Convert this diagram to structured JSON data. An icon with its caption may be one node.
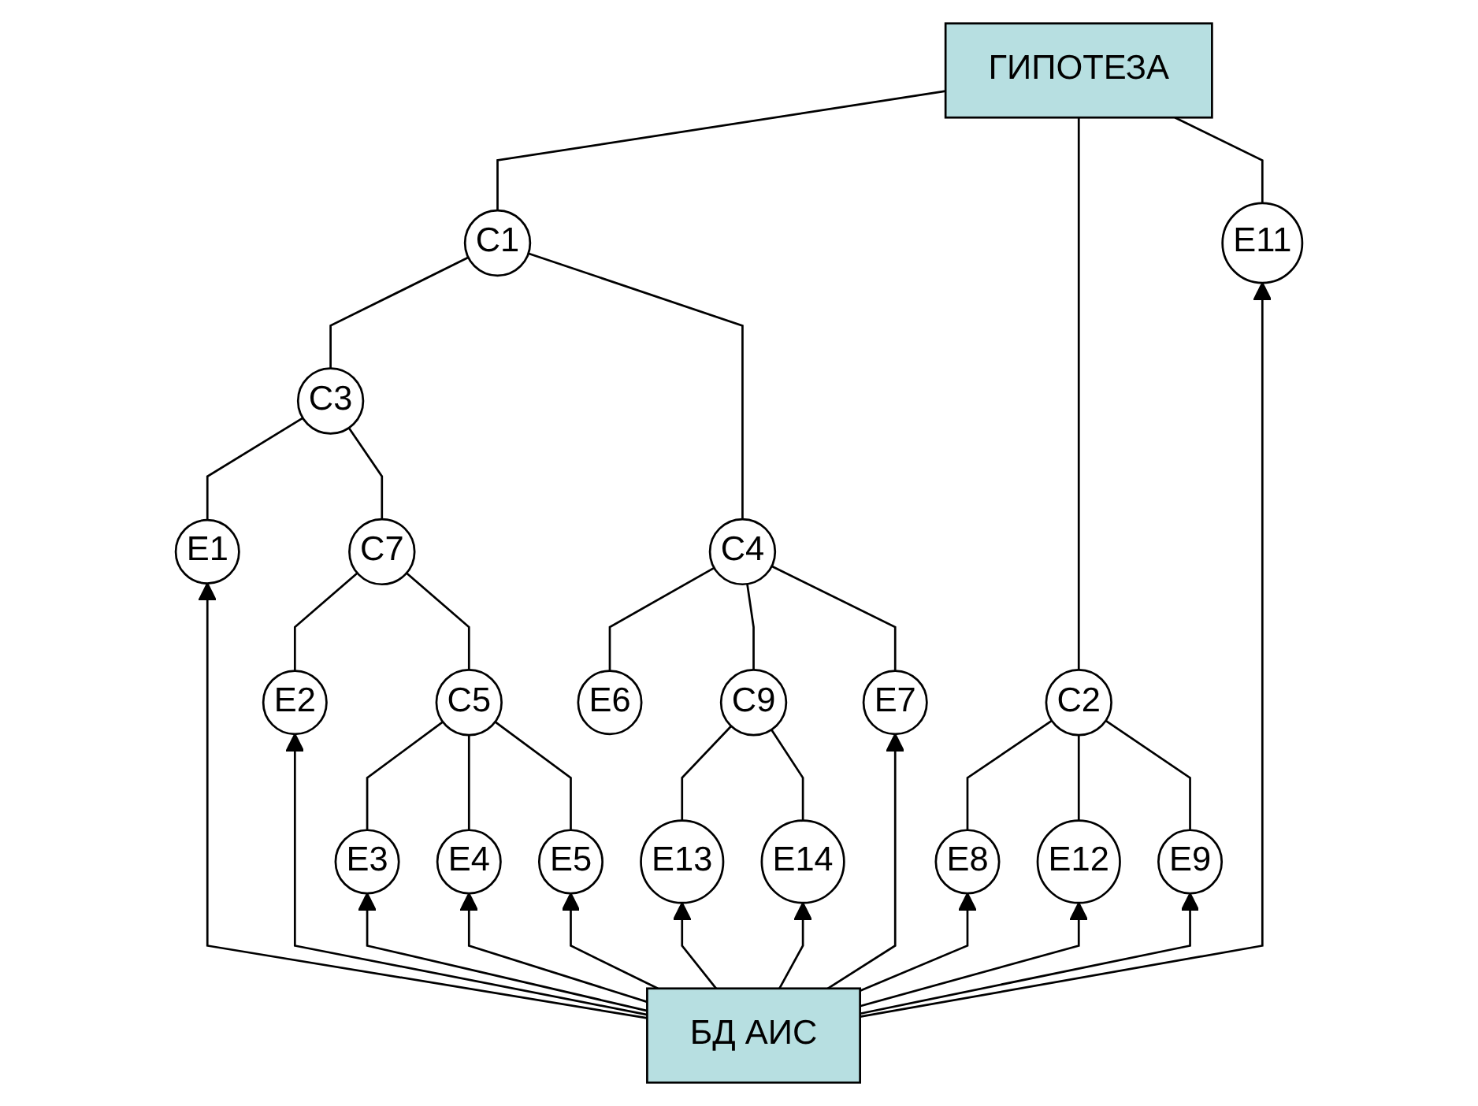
{
  "diagram": {
    "nodes": [
      {
        "text": [
          "ГИПОТЕЗА"
        ]
      },
      {
        "text": [
          "C1"
        ]
      },
      {
        "text": [
          "C2"
        ]
      },
      {
        "text": [
          "E11"
        ]
      },
      {
        "text": [
          "C3"
        ]
      },
      {
        "text": [
          "C4"
        ]
      },
      {
        "text": [
          "E8"
        ]
      },
      {
        "text": [
          "E12"
        ]
      },
      {
        "text": [
          "E9"
        ]
      },
      {
        "text": [
          "E1"
        ]
      },
      {
        "text": [
          "C7"
        ]
      },
      {
        "text": [
          "E6"
        ]
      },
      {
        "text": [
          "C9"
        ]
      },
      {
        "text": [
          "E7"
        ]
      },
      {
        "text": [
          "E2"
        ]
      },
      {
        "text": [
          "C5"
        ]
      },
      {
        "text": [
          "E13"
        ]
      },
      {
        "text": [
          "E14"
        ]
      },
      {
        "text": [
          "E3"
        ]
      },
      {
        "text": [
          "E4"
        ]
      },
      {
        "text": [
          "E5"
        ]
      },
      {
        "text": [
          "БД АИС"
        ]
      }
    ],
    "edges": [
      {
        "from": 0,
        "to": 1,
        "arrow": "none"
      },
      {
        "from": 0,
        "to": 2,
        "arrow": "none"
      },
      {
        "from": 0,
        "to": 3,
        "arrow": "none"
      },
      {
        "from": 1,
        "to": 4,
        "arrow": "none"
      },
      {
        "from": 1,
        "to": 5,
        "arrow": "none"
      },
      {
        "from": 2,
        "to": 6,
        "arrow": "none"
      },
      {
        "from": 2,
        "to": 7,
        "arrow": "none"
      },
      {
        "from": 2,
        "to": 8,
        "arrow": "none"
      },
      {
        "from": 4,
        "to": 9,
        "arrow": "none"
      },
      {
        "from": 4,
        "to": 10,
        "arrow": "none"
      },
      {
        "from": 5,
        "to": 11,
        "arrow": "none"
      },
      {
        "from": 5,
        "to": 12,
        "arrow": "none"
      },
      {
        "from": 5,
        "to": 13,
        "arrow": "none"
      },
      {
        "from": 10,
        "to": 14,
        "arrow": "none"
      },
      {
        "from": 10,
        "to": 15,
        "arrow": "none"
      },
      {
        "from": 12,
        "to": 16,
        "arrow": "none"
      },
      {
        "from": 12,
        "to": 17,
        "arrow": "none"
      },
      {
        "from": 15,
        "to": 18,
        "arrow": "none"
      },
      {
        "from": 15,
        "to": 19,
        "arrow": "none"
      },
      {
        "from": 15,
        "to": 20,
        "arrow": "none"
      },
      {
        "from": 21,
        "to": 9,
        "arrow": "to"
      },
      {
        "from": 21,
        "to": 14,
        "arrow": "to"
      },
      {
        "from": 21,
        "to": 18,
        "arrow": "to"
      },
      {
        "from": 21,
        "to": 19,
        "arrow": "to"
      },
      {
        "from": 21,
        "to": 20,
        "arrow": "to"
      },
      {
        "from": 21,
        "to": 16,
        "arrow": "to"
      },
      {
        "from": 21,
        "to": 17,
        "arrow": "to"
      },
      {
        "from": 21,
        "to": 13,
        "arrow": "to"
      },
      {
        "from": 21,
        "to": 6,
        "arrow": "to"
      },
      {
        "from": 21,
        "to": 7,
        "arrow": "to"
      },
      {
        "from": 21,
        "to": 8,
        "arrow": "to"
      },
      {
        "from": 21,
        "to": 3,
        "arrow": "to"
      }
    ]
  }
}
